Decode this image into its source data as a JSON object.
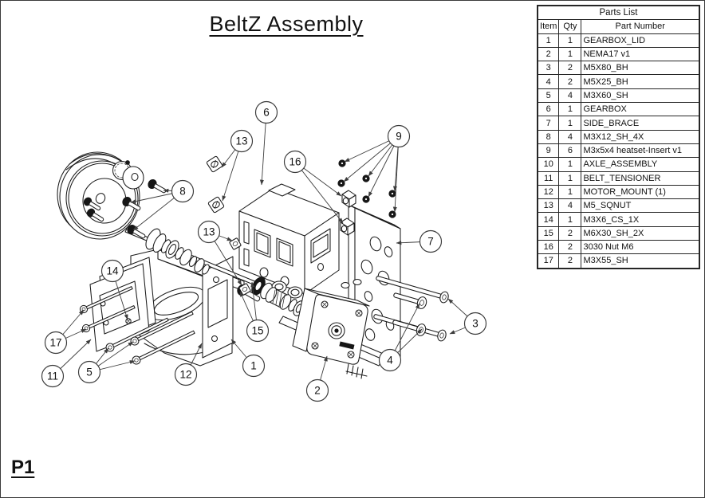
{
  "drawing": {
    "title": "BeltZ Assembly"
  },
  "page": {
    "label": "P1"
  },
  "colors": {
    "ink": "#1b1b1b",
    "background": "#ffffff"
  },
  "parts_list": {
    "title": "Parts List",
    "headers": [
      "Item",
      "Qty",
      "Part Number"
    ],
    "rows": [
      {
        "item": "1",
        "qty": "1",
        "part": "GEARBOX_LID"
      },
      {
        "item": "2",
        "qty": "1",
        "part": "NEMA17 v1"
      },
      {
        "item": "3",
        "qty": "2",
        "part": "M5X80_BH"
      },
      {
        "item": "4",
        "qty": "2",
        "part": "M5X25_BH"
      },
      {
        "item": "5",
        "qty": "4",
        "part": "M3X60_SH"
      },
      {
        "item": "6",
        "qty": "1",
        "part": "GEARBOX"
      },
      {
        "item": "7",
        "qty": "1",
        "part": "SIDE_BRACE"
      },
      {
        "item": "8",
        "qty": "4",
        "part": "M3X12_SH_4X"
      },
      {
        "item": "9",
        "qty": "6",
        "part": "M3x5x4 heatset-Insert v1"
      },
      {
        "item": "10",
        "qty": "1",
        "part": "AXLE_ASSEMBLY"
      },
      {
        "item": "11",
        "qty": "1",
        "part": "BELT_TENSIONER"
      },
      {
        "item": "12",
        "qty": "1",
        "part": "MOTOR_MOUNT (1)"
      },
      {
        "item": "13",
        "qty": "4",
        "part": "M5_SQNUT"
      },
      {
        "item": "14",
        "qty": "1",
        "part": "M3X6_CS_1X"
      },
      {
        "item": "15",
        "qty": "2",
        "part": "M6X30_SH_2X"
      },
      {
        "item": "16",
        "qty": "2",
        "part": "3030 Nut M6"
      },
      {
        "item": "17",
        "qty": "2",
        "part": "M3X55_SH"
      }
    ]
  },
  "callouts": [
    {
      "label": "6"
    },
    {
      "label": "13"
    },
    {
      "label": "16"
    },
    {
      "label": "9"
    },
    {
      "label": "8"
    },
    {
      "label": "13"
    },
    {
      "label": "7"
    },
    {
      "label": "14"
    },
    {
      "label": "3"
    },
    {
      "label": "15"
    },
    {
      "label": "17"
    },
    {
      "label": "4"
    },
    {
      "label": "5"
    },
    {
      "label": "11"
    },
    {
      "label": "12"
    },
    {
      "label": "1"
    },
    {
      "label": "2"
    }
  ]
}
